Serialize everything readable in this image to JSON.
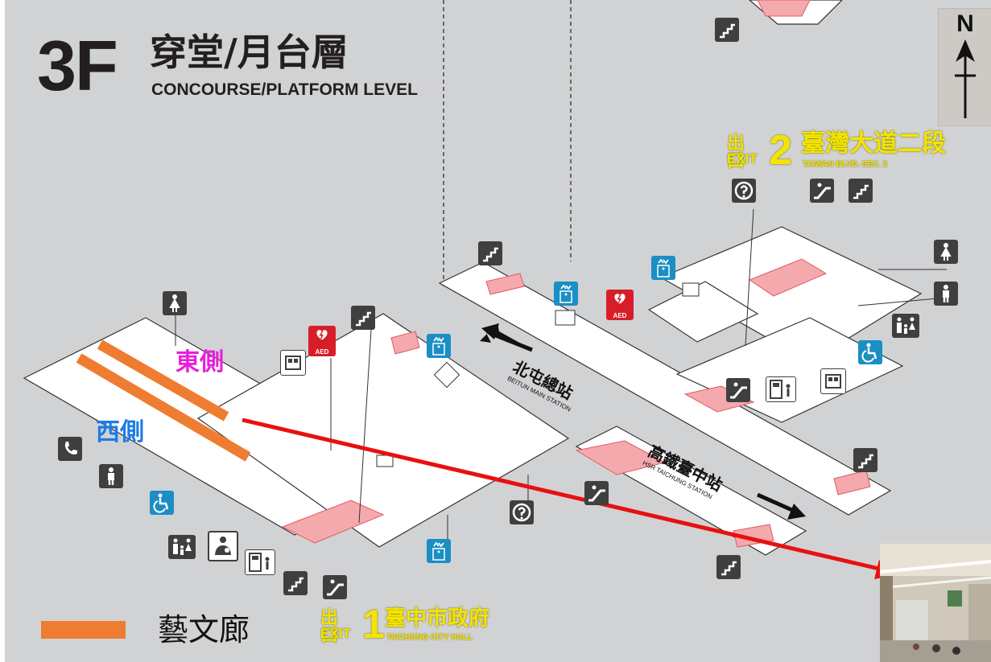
{
  "header": {
    "floor": "3F",
    "title_zh": "穿堂/月台層",
    "title_en": "CONCOURSE/PLATFORM LEVEL"
  },
  "compass": {
    "label": "N"
  },
  "exits": [
    {
      "prefix_zh": "出口",
      "prefix_en": "EXIT",
      "number": "2",
      "name_zh": "臺灣大道二段",
      "name_en": "TAIWAN BLVD. SEC. 2"
    },
    {
      "prefix_zh": "出口",
      "prefix_en": "EXIT",
      "number": "1",
      "name_zh": "臺中市政府",
      "name_en": "TAICHUNG CITY HALL"
    }
  ],
  "directions": {
    "north": {
      "zh": "北屯總站",
      "en": "BEITUN MAIN STATION"
    },
    "south": {
      "zh": "高鐵臺中站",
      "en": "HSR TAICHUNG STATION"
    }
  },
  "sides": {
    "east": {
      "label": "東側",
      "color": "#e91edb"
    },
    "west": {
      "label": "西側",
      "color": "#1e7be6"
    }
  },
  "legend": {
    "label": "藝文廊",
    "color": "#ee7d31"
  },
  "icons": {
    "aed_label": "AED"
  },
  "colors": {
    "background": "#d1d2d4",
    "floor": "#ffffff",
    "stairs": "#f4a9ad",
    "pointer": "#e81010",
    "exit_text": "#f2e500",
    "icon_dark": "#3f3f40",
    "icon_blue": "#1b8ec4",
    "icon_red": "#d71e28"
  }
}
